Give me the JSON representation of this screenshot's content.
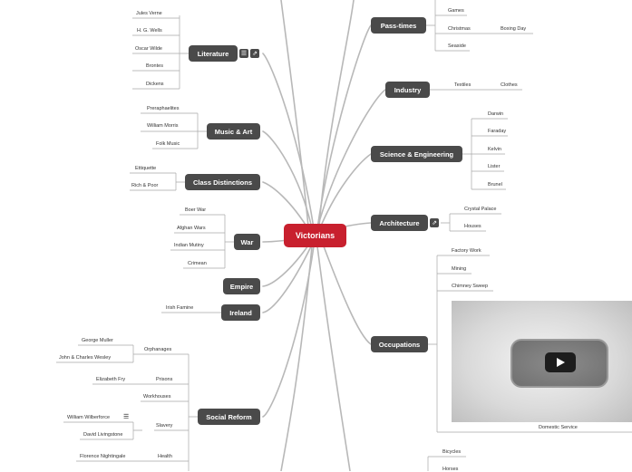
{
  "central": "Victorians",
  "topics": {
    "literature": "Literature",
    "music_art": "Music & Art",
    "class": "Class Distinctions",
    "war": "War",
    "empire": "Empire",
    "ireland": "Ireland",
    "social_reform": "Social Reform",
    "pastimes": "Pass-times",
    "industry": "Industry",
    "science": "Science & Engineering",
    "architecture": "Architecture",
    "occupations": "Occupations"
  },
  "leaves": {
    "jules_verne": "Jules Verne",
    "hg_wells": "H. G. Wells",
    "oscar_wilde": "Oscar Wilde",
    "brontes": "Brontes",
    "dickens": "Dickens",
    "prerap": "Preraphaelites",
    "william_morris": "William Morris",
    "folk_music": "Folk Music",
    "ettiquette": "Ettiquette",
    "rich_poor": "Rich & Poor",
    "boer_war": "Boer War",
    "afghan_wars": "Afghan Wars",
    "indian_mutiny": "Indian Mutiny",
    "crimean": "Crimean",
    "irish_famine": "Irish Famine",
    "orphanages": "Orphanages",
    "george_muller": "George Muller",
    "john_charles": "John & Charles Wesley",
    "prisons": "Prisons",
    "elizabeth_fry": "Elizabeth Fry",
    "workhouses": "Workhouses",
    "slavery": "Slavery",
    "william_wilberforce": "William Wilberforce",
    "david_livingstone": "David Livingstone",
    "health": "Health",
    "florence": "Florence Nightingale",
    "games": "Games",
    "christmas": "Christmas",
    "boxing_day": "Boxing Day",
    "seaside": "Seaside",
    "textiles": "Textiles",
    "clothes": "Clothes",
    "darwin": "Darwin",
    "faraday": "Faraday",
    "kelvin": "Kelvin",
    "lister": "Lister",
    "brunel": "Brunel",
    "crystal_palace": "Crystal Palace",
    "houses": "Houses",
    "factory_work": "Factory Work",
    "mining": "Mining",
    "chimney_sweep": "Chimney Sweep",
    "domestic_service": "Domestic Service",
    "bicycles": "Bicycles",
    "horses": "Horses"
  },
  "icons": {
    "note": "note-icon",
    "link": "external-link-icon",
    "play": "play-icon"
  },
  "colors": {
    "central": "#c8202e",
    "topic": "#4a4a4a",
    "branch": "#b5b5b5",
    "leaf_line": "#9a9a9a"
  }
}
